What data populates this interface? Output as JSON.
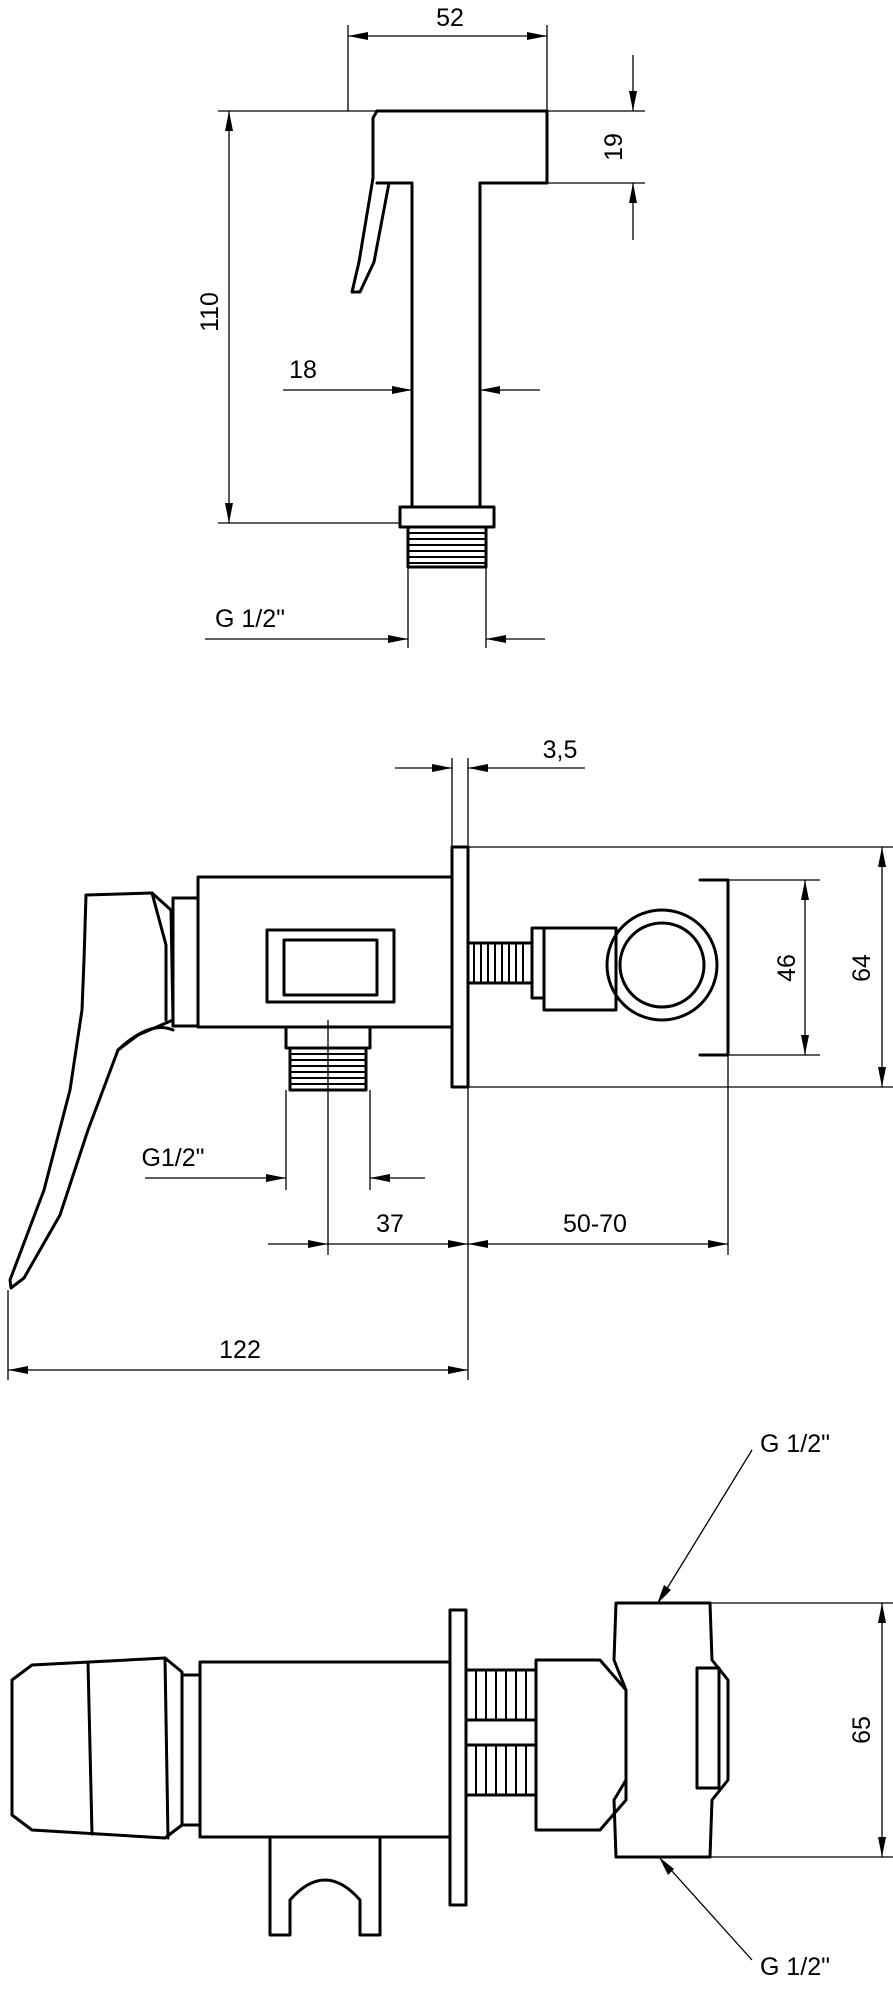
{
  "top_view": {
    "width": "52",
    "head_height": "19",
    "total_height": "110",
    "stem_width": "18",
    "thread": "G 1/2\""
  },
  "side_view": {
    "plate": "3,5",
    "holder_height": "46",
    "total_height": "64",
    "outlet_thread": "G1/2\"",
    "outlet_offset": "37",
    "wall_distance": "50-70",
    "total_length": "122"
  },
  "bottom_view": {
    "thread_top": "G 1/2\"",
    "thread_bottom": "G 1/2\"",
    "height": "65"
  }
}
